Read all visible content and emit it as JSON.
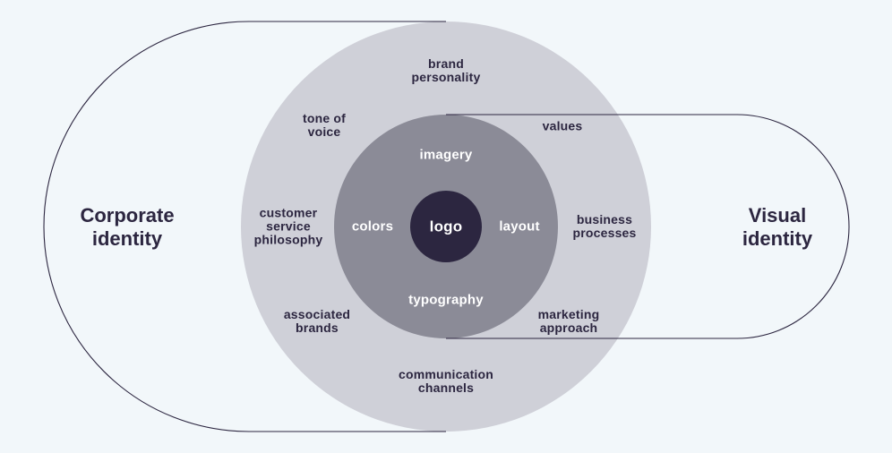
{
  "colors": {
    "background": "#f2f7fa",
    "outer_ring": "#cfd0d8",
    "middle_ring": "#8b8b97",
    "core": "#2c2640",
    "outline": "#2c2640",
    "text_dark": "#2c2640",
    "text_light": "#ffffff"
  },
  "groups": {
    "corporate": "Corporate\nidentity",
    "visual": "Visual\nidentity"
  },
  "core": {
    "label": "logo"
  },
  "middle_ring": {
    "imagery": "imagery",
    "colors": "colors",
    "layout": "layout",
    "typography": "typography"
  },
  "outer_ring": {
    "brand_personality": "brand\npersonality",
    "tone_of_voice": "tone of\nvoice",
    "values": "values",
    "customer_service_philosophy": "customer\nservice\nphilosophy",
    "business_processes": "business\nprocesses",
    "associated_brands": "associated\nbrands",
    "marketing_approach": "marketing\napproach",
    "communication_channels": "communication\nchannels"
  }
}
